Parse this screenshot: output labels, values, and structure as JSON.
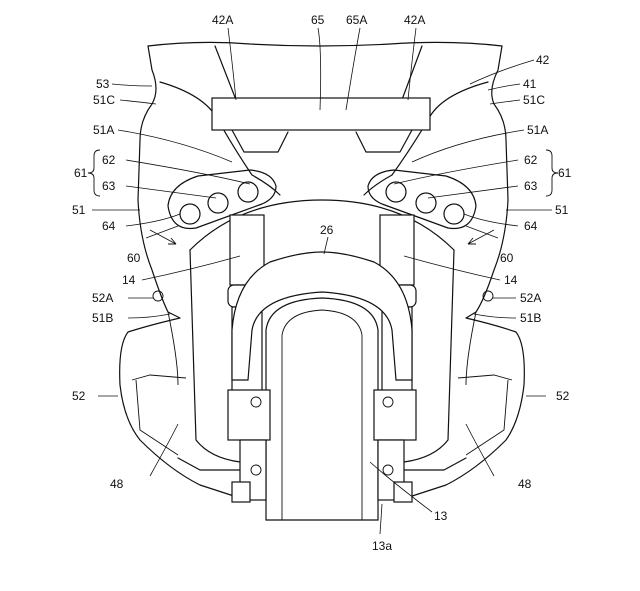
{
  "labels": {
    "42A_left": "42A",
    "65": "65",
    "65A": "65A",
    "42A_right": "42A",
    "42": "42",
    "41": "41",
    "53": "53",
    "51C_left": "51C",
    "51C_right": "51C",
    "51A_left": "51A",
    "51A_right": "51A",
    "61_left": "61",
    "61_right": "61",
    "62_left": "62",
    "62_right": "62",
    "63_left": "63",
    "63_right": "63",
    "51_left": "51",
    "51_right": "51",
    "64_left": "64",
    "64_right": "64",
    "60_left": "60",
    "60_right": "60",
    "26": "26",
    "14_left": "14",
    "14_right": "14",
    "52A_left": "52A",
    "52A_right": "52A",
    "51B_left": "51B",
    "51B_right": "51B",
    "52_left": "52",
    "52_right": "52",
    "48_left": "48",
    "48_right": "48",
    "13": "13",
    "13a": "13a"
  }
}
